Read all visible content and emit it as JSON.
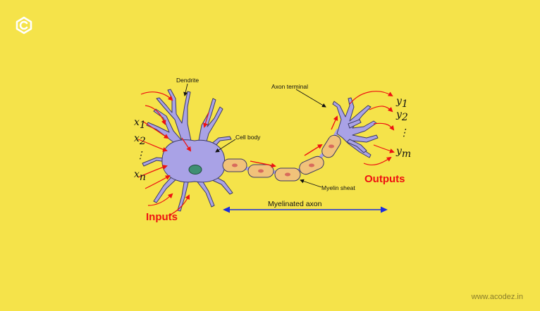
{
  "colors": {
    "background": "#f5e34a",
    "neuron_fill": "#a9a2e6",
    "myelin_fill": "#f1c27a",
    "nucleus_fill": "#3f8f72",
    "signal_arrow": "#ee1111",
    "axon_span_arrow": "#1a2ee0",
    "label_highlight": "#ee1111"
  },
  "brand": {
    "logo_icon": "acodez-logo-icon",
    "watermark": "www.acodez.in"
  },
  "labels": {
    "dendrite": "Dendrite",
    "cell_body": "Cell body",
    "axon_terminal": "Axon terminal",
    "myelin_sheath": "Myelin sheat",
    "myelinated_axon": "Myelinated axon",
    "inputs": "Inputs",
    "outputs": "Outputs"
  },
  "inputs": [
    {
      "base": "x",
      "sub": "1"
    },
    {
      "base": "x",
      "sub": "2"
    },
    {
      "base": "⋮",
      "sub": ""
    },
    {
      "base": "x",
      "sub": "n"
    }
  ],
  "outputs": [
    {
      "base": "y",
      "sub": "1"
    },
    {
      "base": "y",
      "sub": "2"
    },
    {
      "base": "⋮",
      "sub": ""
    },
    {
      "base": "y",
      "sub": "m"
    }
  ]
}
